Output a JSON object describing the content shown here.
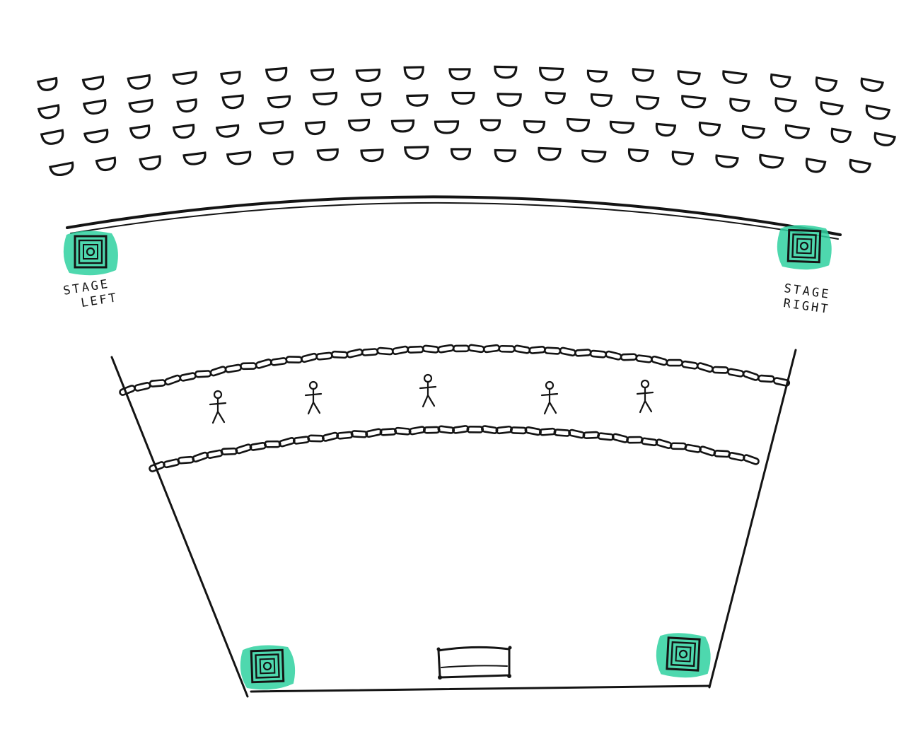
{
  "labels": {
    "stage_left": {
      "line1": "STAGE",
      "line2": "LEFT"
    },
    "stage_right": {
      "line1": "STAGE",
      "line2": "RIGHT"
    }
  },
  "colors": {
    "ink": "#141414",
    "speaker_highlight": "#2fd1a0",
    "background": "#ffffff"
  },
  "elements": {
    "audience_rows": 4,
    "performer_count": 5,
    "speakers": 4,
    "monitor_desk": 1
  }
}
